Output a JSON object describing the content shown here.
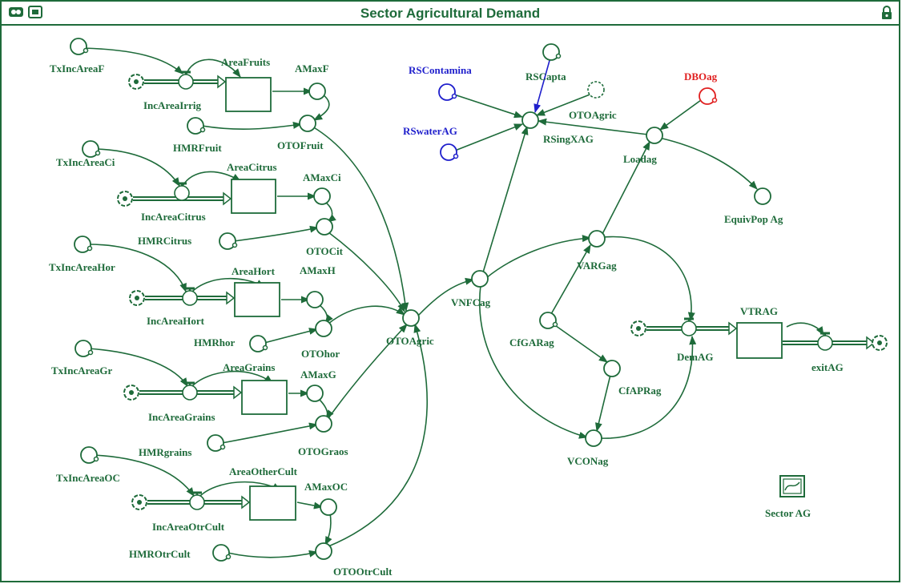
{
  "window": {
    "title": "Sector Agricultural Demand",
    "icons": [
      "map-icon",
      "model-icon",
      "lock-icon"
    ]
  },
  "colors": {
    "line": "#1e6b3a",
    "input_blue": "#1f1fcc",
    "input_red": "#e02020"
  },
  "stocks": [
    "AreaFruits",
    "AreaCitrus",
    "AreaHort",
    "AreaGrains",
    "AreaOtherCult",
    "VTRAG"
  ],
  "flows": [
    "IncAreaIrrig",
    "IncAreaCitrus",
    "IncAreaHort",
    "IncAreaGrains",
    "IncAreaOtrCult",
    "DemAG",
    "exitAG"
  ],
  "converters": [
    "TxIncAreaF",
    "AMaxF",
    "HMRFruit",
    "OTOFruit",
    "TxIncAreaCi",
    "AMaxCi",
    "HMRCitrus",
    "OTOCit",
    "TxIncAreaHor",
    "AMaxH",
    "HMRhor",
    "OTOhor",
    "TxIncAreaGr",
    "AMaxG",
    "HMRgrains",
    "OTOGraos",
    "TxIncAreaOC",
    "AMaxOC",
    "HMROtrCult",
    "OTOOtrCult",
    "OTOAgric",
    "VNFCag",
    "RSContamina",
    "RSCapta",
    "RSwaterAG",
    "RSingXAG",
    "DBOag",
    "Loadag",
    "EquivPop Ag",
    "VARGag",
    "CfGARag",
    "CfAPRag",
    "VCONag"
  ],
  "ghost_converter": "OTOAgric",
  "graph_pad": "Sector AG"
}
